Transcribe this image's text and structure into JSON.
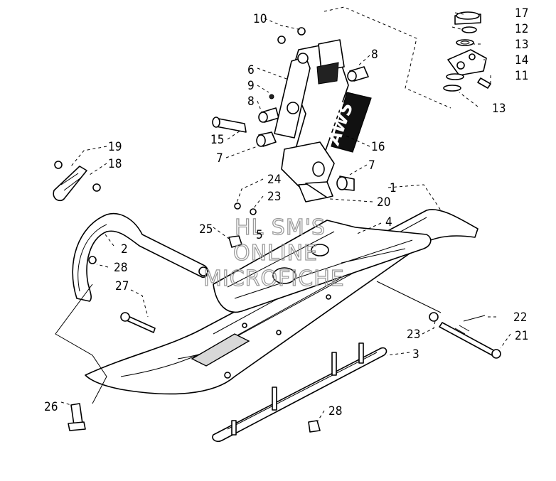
{
  "watermark": {
    "line1": "HL SM'S",
    "line2": "ONLINE",
    "line3": "MICROFICHE"
  },
  "logo": {
    "text": "AWS"
  },
  "callouts": {
    "c1": "1",
    "c2": "2",
    "c3": "3",
    "c4": "4",
    "c5": "5",
    "c6": "6",
    "c7a": "7",
    "c7b": "7",
    "c8a": "8",
    "c8b": "8",
    "c9": "9",
    "c10": "10",
    "c11": "11",
    "c12": "12",
    "c13a": "13",
    "c13b": "13",
    "c14": "14",
    "c15": "15",
    "c16": "16",
    "c17": "17",
    "c18": "18",
    "c19": "19",
    "c20": "20",
    "c21": "21",
    "c22": "22",
    "c23a": "23",
    "c23b": "23",
    "c24": "24",
    "c25": "25",
    "c26": "26",
    "c27": "27",
    "c28a": "28",
    "c28b": "28"
  },
  "colors": {
    "line": "#000000",
    "watermark": "#9a9a9a",
    "background": "#ffffff"
  }
}
